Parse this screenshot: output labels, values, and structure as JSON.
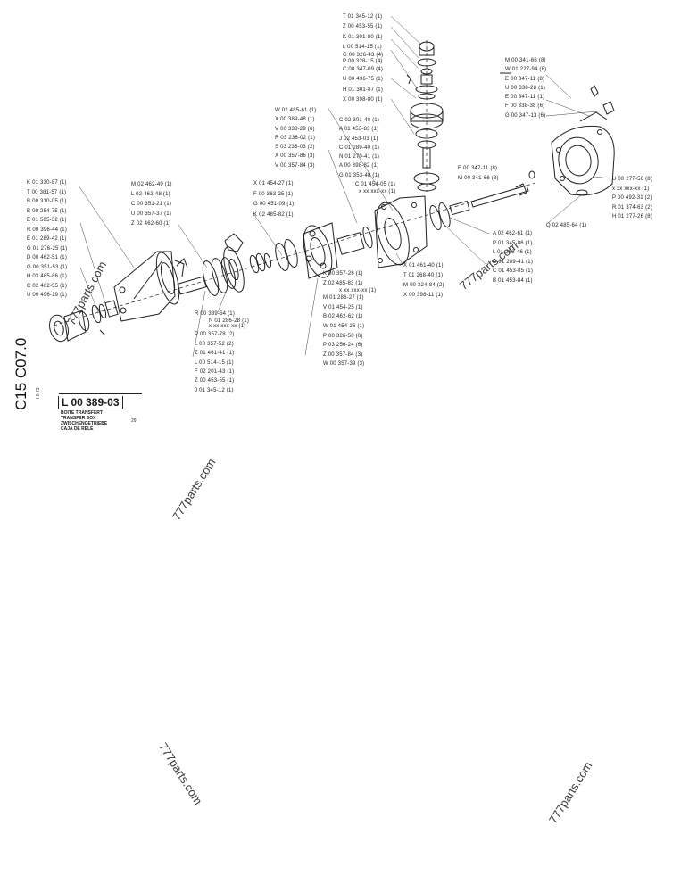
{
  "sheet": {
    "code": "C15 C07.0",
    "part_number": "L 00 389-03",
    "title_fr": "BOITE TRANSFERT",
    "title_en": "TRANSFER BOX",
    "title_de": "ZWISCHENGETRIEBE",
    "title_es": "CAJA DE RELE",
    "page": "29",
    "small_code": "I 0 73"
  },
  "watermarks": [
    "777parts.com",
    "777parts.com",
    "777parts.com",
    "777parts.com",
    "777parts.com"
  ],
  "groups": {
    "top": [
      "T 01 345-12 (1)",
      "Z 00 453-55 (1)",
      "K 01 301-80 (1)",
      "L 00 514-15 (1)",
      "G 00 326-43 (4)",
      "P 00 328-15 (4)",
      "C 00 347-09 (4)",
      "U 00 496-75 (1)",
      "H 01 301-87 (1)",
      "X 00 398-80 (1)"
    ],
    "top_right": [
      "M 00 341-66 (8)",
      "W 01 227-94 (8)",
      "E 00 347-11 (8)",
      "U 00 338-28 (1)",
      "E 00 347-11 (1)",
      "F 00 338-38 (6)",
      "G 00 347-13 (6)"
    ],
    "mid_upper": [
      "W 02 485-61 (1)",
      "X 00 389-48 (1)",
      "V 00 338-29 (6)",
      "R 03 236-02 (1)",
      "S 03 238-03 (2)",
      "X 00 357-86 (3)",
      "V 00 357-84 (3)"
    ],
    "mid_right": [
      "C 02 301-40 (1)",
      "A 01 453-83 (1)",
      "J 02 453-03 (1)",
      "C 01 289-40 (1)",
      "N 01 270-41 (1)",
      "A 00 398-82 (1)",
      "G 01 353-48 (1)",
      "C 01 454-05 (1)",
      "x xx xxx-xx (1)"
    ],
    "left_col": [
      "K 01 330-87 (1)",
      "T 00 381-57 (1)",
      "B 00 310-05 (1)",
      "B 00 284-75 (1)",
      "E 01 505-32 (1)",
      "R 00 396-44 (1)",
      "E 01 289-42 (1)",
      "G 01 276-25 (1)",
      "D 00 462-51 (1)",
      "G 00 351-53 (1)",
      "H 03 485-86 (1)",
      "C 02 462-55 (1)",
      "U 00 496-19 (1)"
    ],
    "center_left": [
      "M 02 462-49 (1)",
      "L 02 462-48 (1)",
      "C 00 351-21 (1)",
      "U 00 357-37 (1)",
      "Z 02 462-60 (1)"
    ],
    "center_mid": [
      "X 01 454-27 (1)",
      "F 00 363-25 (1)",
      "G 00 451-09 (1)",
      "K 02 485-82 (1)"
    ],
    "right_side": [
      "U 00 277-56 (8)",
      "x xx xxx-xx (1)",
      "P 00 492-31 (2)",
      "R 01 374-63 (2)",
      "H 01 277-26 (8)"
    ],
    "right_mid": [
      "E 00 347-11 (8)",
      "M 00 341-66 (8)"
    ],
    "right_lower": [
      "A 02 462-61 (1)",
      "P 01 345-86 (1)",
      "L 01 268-46 (1)",
      "D 01 289-41 (1)",
      "C 01 453-85 (1)",
      "B 01 453-84 (1)"
    ],
    "center_lower_right": [
      "X 01 461-40 (1)",
      "T 01 268-40 (1)",
      "M 00 324-84 (2)",
      "X 00 398-11 (1)"
    ],
    "center_lower": [
      "K 00 357-26 (1)",
      "Z 02 485-83 (1)",
      "x xx xxx-xx (1)",
      "M 01 286-27 (1)",
      "V 01 454-25 (1)",
      "B 02 462-62 (1)",
      "W 01 454-26 (1)",
      "P 00 326-50 (6)",
      "P 03 256-24 (6)",
      "Z 00 357-84 (3)",
      "W 00 357-39 (3)"
    ],
    "bottom_left": [
      "R 00 389-54 (1)",
      "N 01 286-28 (1)",
      "x xx xxx-xx (1)",
      "P 00 357-78 (2)",
      "L 00 357-52 (2)",
      "Z 01 461-41 (1)",
      "L 00 514-15 (1)",
      "F 02 201-43 (1)",
      "Z 00 453-55 (1)",
      "J 01 345-12 (1)"
    ],
    "single": [
      "Q 02 485-64 (1)"
    ]
  }
}
